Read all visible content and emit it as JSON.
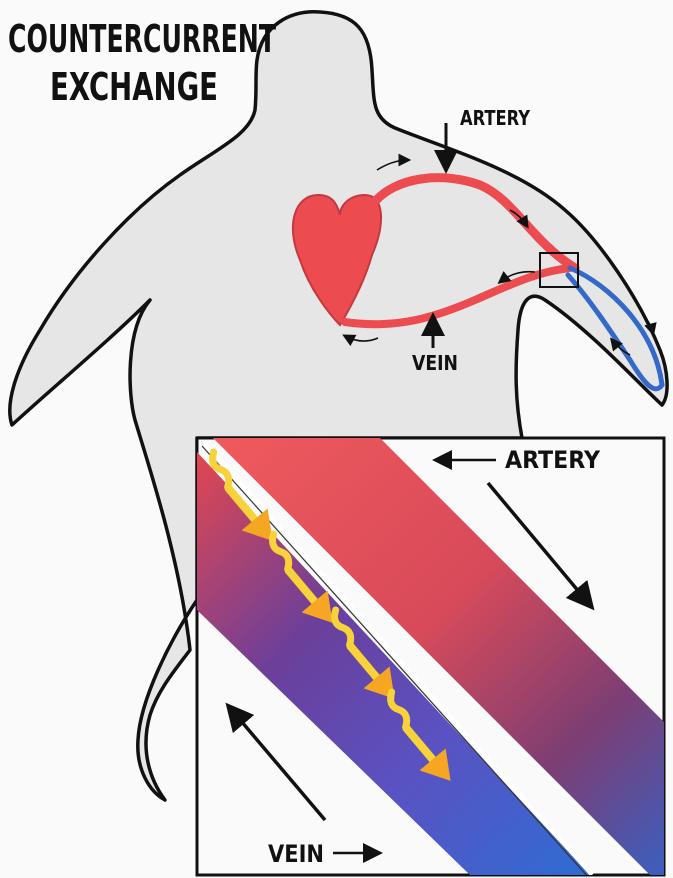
{
  "title": {
    "line1": "COUNTERCURRENT",
    "line2": "EXCHANGE"
  },
  "labels": {
    "artery_top": "ARTERY",
    "vein_top": "VEIN",
    "artery_inset": "ARTERY",
    "vein_inset": "VEIN"
  },
  "colors": {
    "body_fill": "#e6e6e6",
    "body_outline": "#111111",
    "artery_red": "#ec4b50",
    "vein_blue": "#3569c9",
    "heat_arrow": "#f5a623",
    "heat_squiggle": "#f7d23b",
    "background": "#fafafa"
  },
  "icons": {
    "heart": "heart-icon",
    "heat_arrow": "heat-transfer-arrow-icon",
    "flow_arrow": "flow-direction-arrow-icon"
  }
}
